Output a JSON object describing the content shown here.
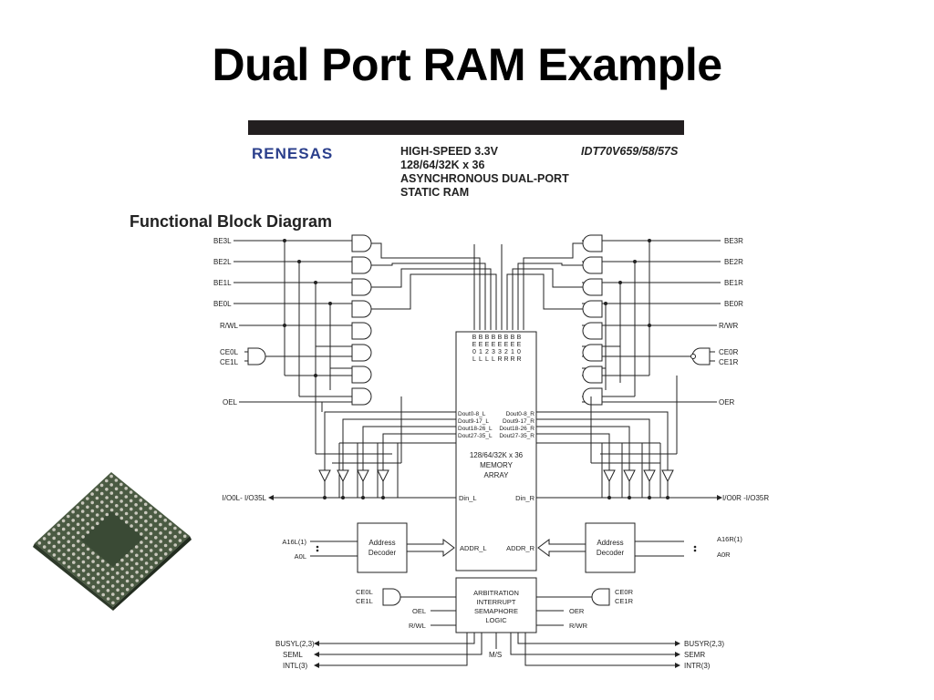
{
  "slide": {
    "title": "Dual Port RAM Example"
  },
  "header": {
    "logo": "RENESAS",
    "product_lines": [
      "HIGH-SPEED  3.3V",
      "128/64/32K  x  36",
      "ASYNCHRONOUS  DUAL-PORT",
      "STATIC  RAM"
    ],
    "part_number": "IDT70V659/58/57S"
  },
  "diagram": {
    "title": "Functional Block Diagram",
    "left_labels": [
      "BE3L",
      "BE2L",
      "BE1L",
      "BE0L",
      "R/WL",
      "CE0L",
      "CE1L",
      "OEL"
    ],
    "right_labels": [
      "BE3R",
      "BE2R",
      "BE1R",
      "BE0R",
      "R/WR",
      "CE0R",
      "CE1R",
      "OER"
    ],
    "be_columns_top": [
      "B",
      "B",
      "B",
      "B",
      "B",
      "B",
      "B",
      "B"
    ],
    "be_columns_mid": [
      "E",
      "E",
      "E",
      "E",
      "E",
      "E",
      "E",
      "E"
    ],
    "be_columns_num": [
      "0",
      "1",
      "2",
      "3",
      "3",
      "2",
      "1",
      "0"
    ],
    "be_columns_side": [
      "L",
      "L",
      "L",
      "L",
      "R",
      "R",
      "R",
      "R"
    ],
    "dout_left": [
      "Dout0-8_L",
      "Dout9-17_L",
      "Dout18-26_L",
      "Dout27-35_L"
    ],
    "dout_right": [
      "Dout0-8_R",
      "Dout9-17_R",
      "Dout18-26_R",
      "Dout27-35_R"
    ],
    "memory_array": [
      "128/64/32K x 36",
      "MEMORY",
      "ARRAY"
    ],
    "din_left": "Din_L",
    "din_right": "Din_R",
    "io_left": "I/O0L- I/O35L",
    "io_right": "I/O0R -I/O35R",
    "addr_left_pins": [
      "A16L(1)",
      "A0L"
    ],
    "addr_right_pins": [
      "A16R(1)",
      "A0R"
    ],
    "addr_decoder": [
      "Address",
      "Decoder"
    ],
    "addr_left": "ADDR_L",
    "addr_right": "ADDR_R",
    "arbitration": [
      "ARBITRATION",
      "INTERRUPT",
      "SEMAPHORE",
      "LOGIC"
    ],
    "arb_left_inputs": [
      "CE0L",
      "CE1L",
      "OEL",
      "R/WL"
    ],
    "arb_right_inputs": [
      "CE0R",
      "CE1R",
      "OER",
      "R/WR"
    ],
    "bottom_left": [
      "BUSYL(2,3)",
      "SEML",
      "INTL(3)"
    ],
    "bottom_right": [
      "BUSYR(2,3)",
      "SEMR",
      "INTR(3)"
    ],
    "ms": "M/S"
  }
}
